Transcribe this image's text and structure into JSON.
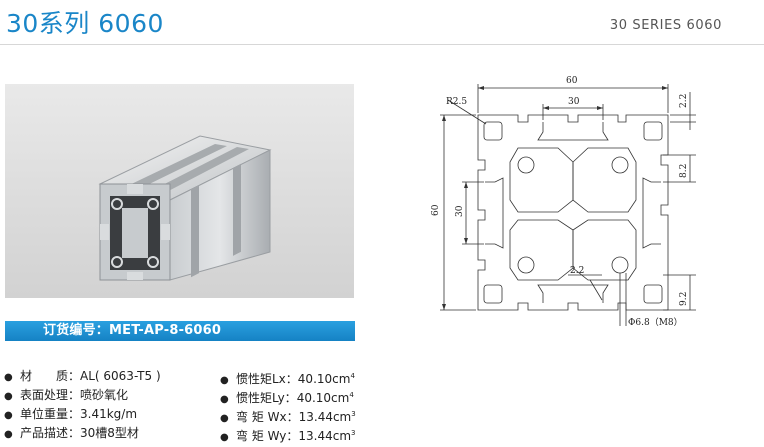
{
  "header": {
    "title": "30系列 6060",
    "series_label": "30 SERIES 6060"
  },
  "drawing": {
    "width_dim": "60",
    "inner_width_dim": "30",
    "height_dim": "60",
    "inner_height_dim": "30",
    "radius_label": "R2.5",
    "top_right_dim": "2.2",
    "slot_depth_dim": "8.2",
    "bottom_right_dim": "9.2",
    "wall_dim": "2.2",
    "hole_dim": "Φ6.8（M8）"
  },
  "order": {
    "label": "订货编号：MET-AP-8-6060"
  },
  "specs": {
    "bullet": "●",
    "left": [
      {
        "label": "材　　质：",
        "value": "AL( 6063-T5 )"
      },
      {
        "label": "表面处理：",
        "value": "喷砂氧化"
      },
      {
        "label": "单位重量：",
        "value": "3.41kg/m"
      },
      {
        "label": "产品描述：",
        "value": "30槽8型材"
      }
    ],
    "right": [
      {
        "label": "惯性矩Lx：",
        "value": "40.10cm",
        "sup": "4"
      },
      {
        "label": "惯性矩Ly：",
        "value": "40.10cm",
        "sup": "4"
      },
      {
        "label": "弯 矩 Wx：",
        "value": "13.44cm",
        "sup": "3"
      },
      {
        "label": "弯 矩 Wy：",
        "value": "13.44cm",
        "sup": "3"
      }
    ]
  },
  "colors": {
    "accent": "#1a86c8",
    "order_bar": "#1582c4"
  }
}
